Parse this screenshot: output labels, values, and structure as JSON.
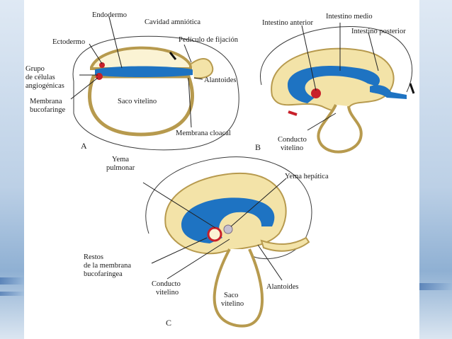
{
  "panel_a": {
    "letter": "A",
    "endodermo": "Endodermo",
    "cavidad": "Cavidad amniótica",
    "ectodermo": "Ectodermo",
    "pediculo": "Pedículo de fijación",
    "grupo_1": "Grupo",
    "grupo_2": "de células",
    "grupo_3": "angiogénicas",
    "alantoides": "Alantoides",
    "saco": "Saco vitelino",
    "membrana_buco_1": "Membrana",
    "membrana_buco_2": "bucofaringe",
    "membrana_cloacal": "Membrana cloacal"
  },
  "panel_b": {
    "letter": "B",
    "intestino_anterior": "Intestino anterior",
    "intestino_medio": "Intestino medio",
    "intestino_posterior": "Intestino posterior",
    "conducto_1": "Conducto",
    "conducto_2": "vitelino"
  },
  "panel_c": {
    "letter": "C",
    "yema_pulmonar_1": "Yema",
    "yema_pulmonar_2": "pulmonar",
    "yema_hepatica": "Yema hepática",
    "restos_1": "Restos",
    "restos_2": "de la membrana",
    "restos_3": "bucofaríngea",
    "conducto_1": "Conducto",
    "conducto_2": "vitelino",
    "saco_1": "Saco",
    "saco_2": "vitelino",
    "alantoides": "Alantoides"
  },
  "colors": {
    "endoderm": "#1e73c2",
    "mesoderm": "#f3e3a8",
    "mesoderm_edge": "#b79a4e",
    "red": "#c8202a",
    "outline": "#3a3a3a"
  }
}
